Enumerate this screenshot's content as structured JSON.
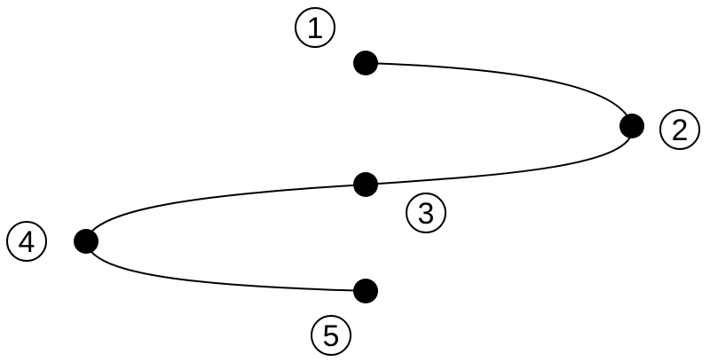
{
  "colors": {
    "background": "#ffffff",
    "ink": "#000000"
  },
  "points": [
    {
      "label": "1"
    },
    {
      "label": "2"
    },
    {
      "label": "3"
    },
    {
      "label": "4"
    },
    {
      "label": "5"
    }
  ]
}
